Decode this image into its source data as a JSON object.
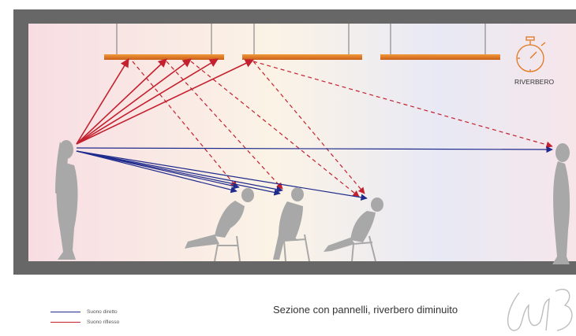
{
  "diagram": {
    "riverbero_label": "RIVERBERO",
    "caption": "Sezione con pannelli, riverbero diminuito",
    "colors": {
      "frame": "#676767",
      "panel": "#e2761f",
      "direct": "#1e2a8c",
      "reflected": "#c4202e",
      "figure": "#a8a8a8"
    }
  },
  "legend": {
    "items": [
      {
        "label": "Suono diretto",
        "color": "#1e2a8c"
      },
      {
        "label": "Suono riflesso",
        "color": "#c4202e"
      }
    ]
  },
  "signature": "LMB"
}
